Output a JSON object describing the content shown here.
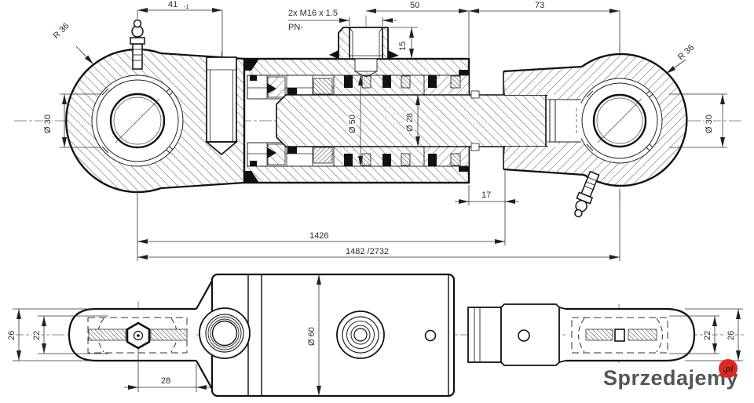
{
  "main_view": {
    "dim_41": "41",
    "dim_41_tol": "-1",
    "thread_callout_line1": "2x M16 x 1.5",
    "thread_callout_line2": "PN-",
    "dim_50": "50",
    "dim_73": "73",
    "dim_15": "15",
    "radius_left": "R 36",
    "radius_right": "R 36",
    "bore_left": "Ø 30",
    "bore_right": "Ø 30",
    "dia_piston": "Ø 50",
    "dia_rod": "Ø 28",
    "dim_17": "17",
    "dim_1426": "1426",
    "dim_total": "1482 /2732"
  },
  "bottom_view": {
    "dim_26_left": "26",
    "dim_22_left": "22",
    "dim_28": "28",
    "dia_barrel": "Ø 60",
    "dim_22_right": "22",
    "dim_26_right": "26"
  },
  "watermark": {
    "text": "Sprzedajemy",
    "suffix": ".pl",
    "badge_color": "#e2251f",
    "text_color": "#c9c9c9"
  }
}
